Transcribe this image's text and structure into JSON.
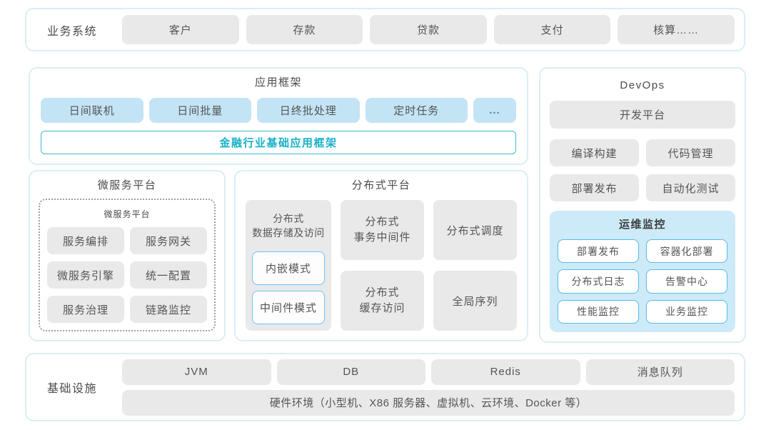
{
  "colors": {
    "section_border": "#daeef6",
    "gray_fill": "#e9e9e9",
    "blue_fill": "#c3e4f5",
    "teal_text": "#17b0c7",
    "teal_border": "#3cbcd0",
    "ops_background": "#cdeaf8",
    "ops_button_border": "#57bae9",
    "body_text": "#555555"
  },
  "business": {
    "label": "业务系统",
    "items": [
      "客户",
      "存款",
      "贷款",
      "支付",
      "核算……"
    ]
  },
  "app_framework": {
    "title": "应用框架",
    "items": [
      "日间联机",
      "日间批量",
      "日终批处理",
      "定时任务",
      "..."
    ],
    "base": "金融行业基础应用框架"
  },
  "devops": {
    "title": "DevOps",
    "platform": "开发平台",
    "items": [
      "编译构建",
      "代码管理",
      "部署发布",
      "自动化测试"
    ],
    "ops": {
      "title": "运维监控",
      "items": [
        "部署发布",
        "容器化部署",
        "分布式日志",
        "告警中心",
        "性能监控",
        "业务监控"
      ]
    }
  },
  "microservice": {
    "title": "微服务平台",
    "inner_title": "微服务平台",
    "items": [
      "服务编排",
      "服务网关",
      "微服务引擎",
      "统一配置",
      "服务治理",
      "链路监控"
    ]
  },
  "distributed": {
    "title": "分布式平台",
    "storage": {
      "label": "分布式\n数据存储及访问",
      "modes": [
        "内嵌模式",
        "中间件模式"
      ]
    },
    "transaction": "分布式\n事务中间件",
    "scheduler": "分布式调度",
    "cache": "分布式\n缓存访问",
    "sequence": "全局序列"
  },
  "infrastructure": {
    "label": "基础设施",
    "items": [
      "JVM",
      "DB",
      "Redis",
      "消息队列"
    ],
    "hardware": "硬件环境（小型机、X86 服务器、虚拟机、云环境、Docker 等）"
  }
}
